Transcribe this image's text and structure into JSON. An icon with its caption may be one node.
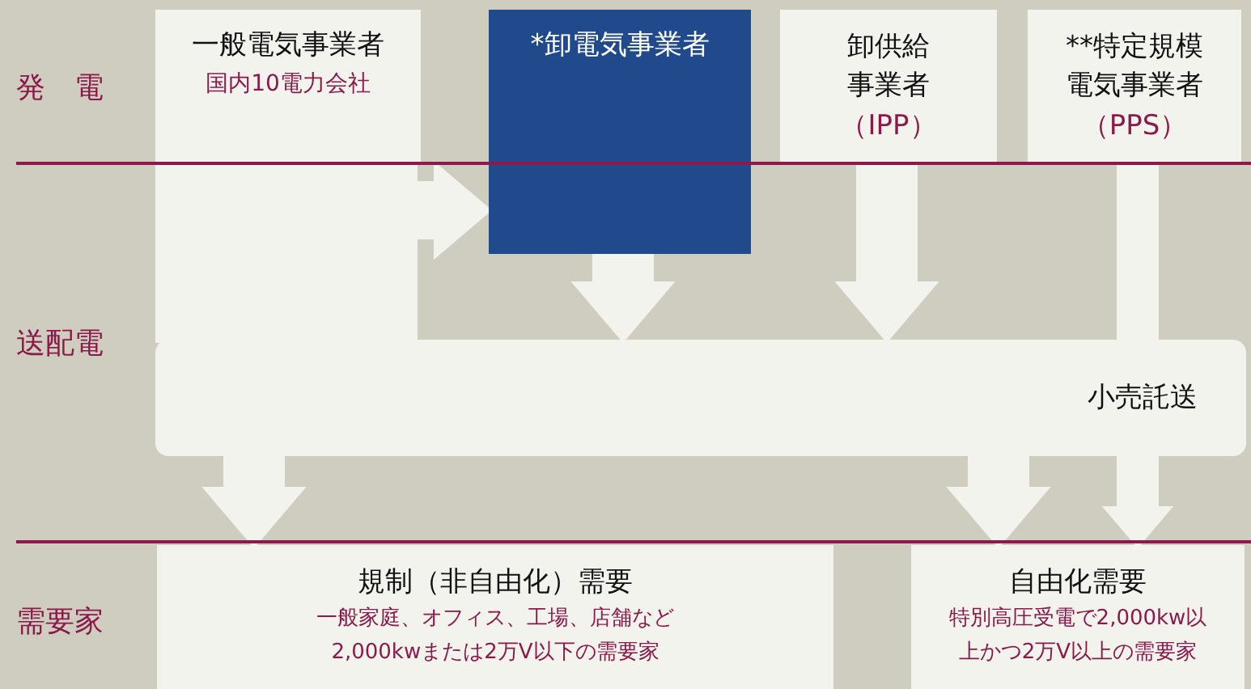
{
  "diagram": {
    "nodes": [
      {
        "text": [
          "一般電気事業者",
          "国内10電力会社"
        ]
      },
      {
        "text": [
          "*卸電気事業者"
        ]
      },
      {
        "text": [
          "卸供給事業者",
          "（IPP）"
        ]
      },
      {
        "text": [
          "**特定規模電気事業者",
          "（PPS）"
        ]
      },
      {
        "text": [
          "小売託送"
        ]
      },
      {
        "text": [
          "規制（非自由化）需要",
          "一般家庭、オフィス、工場、店舗など2,000kwまたは2万V以下の需要家"
        ]
      },
      {
        "text": [
          "自由化需要",
          "特別高圧受電で2,000kw以上かつ2万V以上の需要家"
        ]
      }
    ],
    "edges": [
      {
        "from": 0,
        "to": 4,
        "arrow": "none",
        "style": "thick"
      },
      {
        "from": 0,
        "to": 1,
        "arrow": "to"
      },
      {
        "from": 1,
        "to": 4,
        "arrow": "to"
      },
      {
        "from": 2,
        "to": 4,
        "arrow": "to"
      },
      {
        "from": 3,
        "to": 4,
        "arrow": "none"
      },
      {
        "from": 4,
        "to": 5,
        "arrow": "to"
      },
      {
        "from": 4,
        "to": 6,
        "arrow": "to"
      },
      {
        "from": 4,
        "to": 6,
        "arrow": "to"
      }
    ],
    "labels": [
      "発　電",
      "送配電",
      "需要家"
    ]
  }
}
